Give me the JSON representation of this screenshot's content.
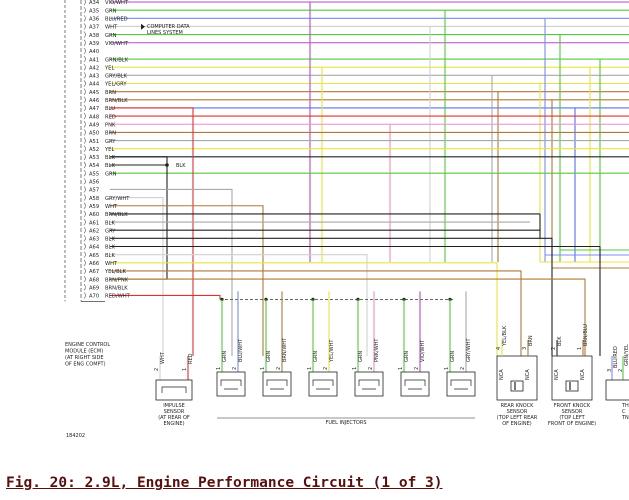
{
  "pins": [
    {
      "pin": "A34",
      "label": "VIO/WHT",
      "color": "#b44cc4"
    },
    {
      "pin": "A35",
      "label": "GRN",
      "color": "#55c83c"
    },
    {
      "pin": "A36",
      "label": "BLU/RED",
      "color": "#7a8cf0"
    },
    {
      "pin": "A37",
      "label": "WHT",
      "color": "#d0d0d0"
    },
    {
      "pin": "A38",
      "label": "GRN",
      "color": "#55c83c"
    },
    {
      "pin": "A39",
      "label": "VIO/WHT",
      "color": "#b44cc4"
    },
    {
      "pin": "A40",
      "label": "",
      "color": ""
    },
    {
      "pin": "A41",
      "label": "GRN/BLK",
      "color": "#55c83c"
    },
    {
      "pin": "A42",
      "label": "YEL",
      "color": "#e8e43c"
    },
    {
      "pin": "A43",
      "label": "GRY/BLK",
      "color": "#a8a8a8"
    },
    {
      "pin": "A44",
      "label": "YEL/GRY",
      "color": "#e8e43c"
    },
    {
      "pin": "A45",
      "label": "BRN",
      "color": "#b07838"
    },
    {
      "pin": "A46",
      "label": "BRN/BLK",
      "color": "#b07838"
    },
    {
      "pin": "A47",
      "label": "BLU",
      "color": "#5a70ee"
    },
    {
      "pin": "A48",
      "label": "RED",
      "color": "#e03030"
    },
    {
      "pin": "A49",
      "label": "PNK",
      "color": "#f08cc8"
    },
    {
      "pin": "A50",
      "label": "BRN",
      "color": "#b07838"
    },
    {
      "pin": "A51",
      "label": "GRY",
      "color": "#a8a8a8"
    },
    {
      "pin": "A52",
      "label": "YEL",
      "color": "#e8e43c"
    },
    {
      "pin": "A53",
      "label": "BLK",
      "color": "#222222"
    },
    {
      "pin": "A54",
      "label": "BLK",
      "color": "#222222"
    },
    {
      "pin": "A55",
      "label": "GRN",
      "color": "#55c83c"
    },
    {
      "pin": "A56",
      "label": "",
      "color": ""
    },
    {
      "pin": "A57",
      "label": "",
      "color": ""
    },
    {
      "pin": "A58",
      "label": "GRY/WHT",
      "color": "#a8a8a8"
    },
    {
      "pin": "A59",
      "label": "WHT",
      "color": "#d0d0d0"
    },
    {
      "pin": "A60",
      "label": "BRN/BLK",
      "color": "#b07838"
    },
    {
      "pin": "A61",
      "label": "BLK",
      "color": "#222222"
    },
    {
      "pin": "A62",
      "label": "GRY",
      "color": "#a8a8a8"
    },
    {
      "pin": "A63",
      "label": "BLK",
      "color": "#222222"
    },
    {
      "pin": "A64",
      "label": "BLK",
      "color": "#222222"
    },
    {
      "pin": "A65",
      "label": "BLK",
      "color": "#222222"
    },
    {
      "pin": "A66",
      "label": "WHT",
      "color": "#d0d0d0"
    },
    {
      "pin": "A67",
      "label": "YEL/BLK",
      "color": "#e8e43c"
    },
    {
      "pin": "A68",
      "label": "BRN/PNK",
      "color": "#b07838"
    },
    {
      "pin": "A69",
      "label": "BRN/BLK",
      "color": "#b07838"
    },
    {
      "pin": "A70",
      "label": "RED/WHT",
      "color": "#e03030"
    }
  ],
  "data_lines_label": [
    "COMPUTER DATA",
    "LINES SYSTEM"
  ],
  "splice_label": "BLK",
  "ecm_label": [
    "ENGINE CONTROL",
    "MODULE (ECM)",
    "(AT RIGHT SIDE",
    "OF ENG COMPT)"
  ],
  "impulse": {
    "wires": [
      {
        "num": "2",
        "label": "WHT"
      },
      {
        "num": "1",
        "label": "RED"
      }
    ],
    "name": [
      "IMPULSE",
      "SENSOR",
      "(AT REAR OF",
      "ENGINE)"
    ]
  },
  "injectors": {
    "wires": [
      {
        "num": "1",
        "label": "GRN"
      },
      {
        "num": "2",
        "label": "BLU/WHT"
      },
      {
        "num": "1",
        "label": "GRN"
      },
      {
        "num": "2",
        "label": "BRN/WHT"
      },
      {
        "num": "1",
        "label": "GRN"
      },
      {
        "num": "2",
        "label": "YEL/WHT"
      },
      {
        "num": "1",
        "label": "GRN"
      },
      {
        "num": "2",
        "label": "PNK/WHT"
      },
      {
        "num": "1",
        "label": "GRN"
      },
      {
        "num": "2",
        "label": "VIO/WHT"
      },
      {
        "num": "1",
        "label": "GRN"
      },
      {
        "num": "2",
        "label": "GRY/WHT"
      }
    ],
    "name": "FUEL INJECTORS"
  },
  "rear_knock": {
    "wires": [
      {
        "num": "4",
        "label": "YEL/BLK"
      },
      {
        "num": "3",
        "label": "BRN"
      }
    ],
    "nca": "NCA",
    "name": [
      "REAR KNOCK",
      "SENSOR",
      "(TOP LEFT REAR",
      "OF ENGINE)"
    ]
  },
  "front_knock": {
    "wires": [
      {
        "num": "2",
        "label": "BLK"
      },
      {
        "num": "1",
        "label": "BRN/BLU"
      }
    ],
    "nca": "NCA",
    "name": [
      "FRONT KNOCK",
      "SENSOR",
      "(TOP LEFT",
      "FRONT OF ENGINE)"
    ]
  },
  "right_edge": {
    "wires": [
      {
        "num": "3",
        "label": "BLU/RED"
      },
      {
        "num": "2",
        "label": "GRN/YEL"
      }
    ],
    "name": [
      "TH",
      "C",
      "TN"
    ]
  },
  "figure_id": "184202",
  "caption": "Fig. 20: 2.9L, Engine Performance Circuit (1 of 3)"
}
